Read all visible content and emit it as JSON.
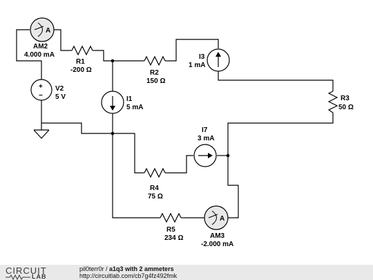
{
  "components": {
    "am2": {
      "name": "AM2",
      "value": "4.000 mA",
      "symbol": "A"
    },
    "r1": {
      "name": "R1",
      "value": "-200 Ω"
    },
    "r2": {
      "name": "R2",
      "value": "150 Ω"
    },
    "i3": {
      "name": "I3",
      "value": "1 mA"
    },
    "v2": {
      "name": "V2",
      "value": "5 V",
      "plus": "+",
      "minus": "−"
    },
    "i1": {
      "name": "I1",
      "value": "5 mA"
    },
    "r3": {
      "name": "R3",
      "value": "50 Ω"
    },
    "i7": {
      "name": "I7",
      "value": "3 mA"
    },
    "r4": {
      "name": "R4",
      "value": "75 Ω"
    },
    "r5": {
      "name": "R5",
      "value": "234 Ω"
    },
    "am3": {
      "name": "AM3",
      "value": "-2.000 mA",
      "symbol": "A"
    }
  },
  "footer": {
    "logo_top": "CIRCUIT",
    "logo_bottom": "LAB",
    "author": "pil0terr0r",
    "separator": " / ",
    "title": "a1q3 with 2 ammeters",
    "url": "http://circuitlab.com/cb7g4fz492fmk"
  },
  "colors": {
    "wire": "#000000",
    "footer_bg": "#e9e9e9",
    "meter_fill": "#e8e8e8"
  }
}
